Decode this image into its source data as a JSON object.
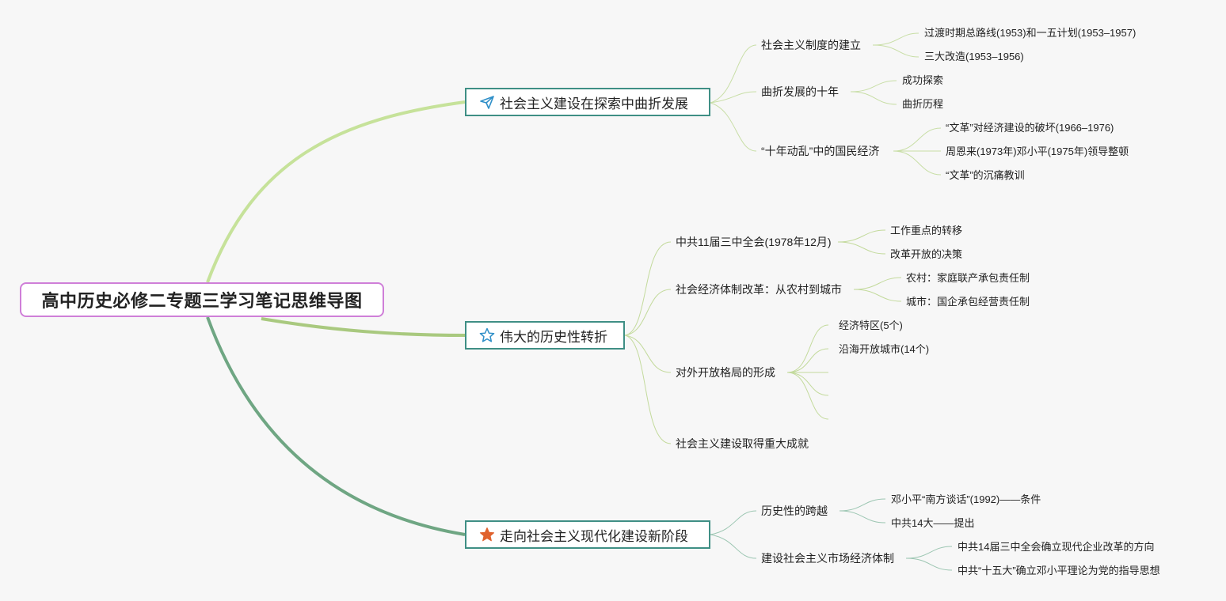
{
  "root": {
    "title": "高中历史必修二专题三学习笔记思维导图"
  },
  "branches": [
    {
      "label": "社会主义建设在探索中曲折发展",
      "icon": "paper-plane-icon",
      "children": [
        {
          "label": "社会主义制度的建立",
          "children": [
            "过渡时期总路线(1953)和一五计划(1953–1957)",
            "三大改造(1953–1956)"
          ]
        },
        {
          "label": "曲折发展的十年",
          "children": [
            "成功探索",
            "曲折历程"
          ]
        },
        {
          "label": "“十年动乱”中的国民经济",
          "children": [
            "“文革”对经济建设的破坏(1966–1976)",
            "周恩来(1973年)邓小平(1975年)领导整顿",
            "“文革”的沉痛教训"
          ]
        }
      ]
    },
    {
      "label": "伟大的历史性转折",
      "icon": "star-outline-icon",
      "children": [
        {
          "label": "中共11届三中全会(1978年12月)",
          "children": [
            "工作重点的转移",
            "改革开放的决策"
          ]
        },
        {
          "label": "社会经济体制改革：从农村到城市",
          "children": [
            "农村：家庭联产承包责任制",
            "城市：国企承包经营责任制"
          ]
        },
        {
          "label": "对外开放格局的形成",
          "children": [
            "经济特区(5个)",
            "沿海开放城市(14个)",
            "",
            "",
            ""
          ]
        },
        {
          "label": "社会主义建设取得重大成就",
          "children": []
        }
      ]
    },
    {
      "label": "走向社会主义现代化建设新阶段",
      "icon": "star-filled-icon",
      "children": [
        {
          "label": "历史性的跨越",
          "children": [
            "邓小平“南方谈话”(1992)——条件",
            "中共14大——提出"
          ]
        },
        {
          "label": "建设社会主义市场经济体制",
          "children": [
            "中共14届三中全会确立现代企业改革的方向",
            "中共“十五大”确立邓小平理论为党的指导思想"
          ]
        }
      ]
    }
  ],
  "colors": {
    "branch1_link": "#c6e29a",
    "branch2_link": "#a9c97f",
    "branch3_link": "#6fa683",
    "topic_border": "#3f8f85",
    "root_border": "#cf7fd8",
    "thin_link": "#b9d58f",
    "thin_link_teal": "#8cbfa8",
    "icon_blue": "#2f8fc8",
    "icon_orange": "#e0622e"
  }
}
